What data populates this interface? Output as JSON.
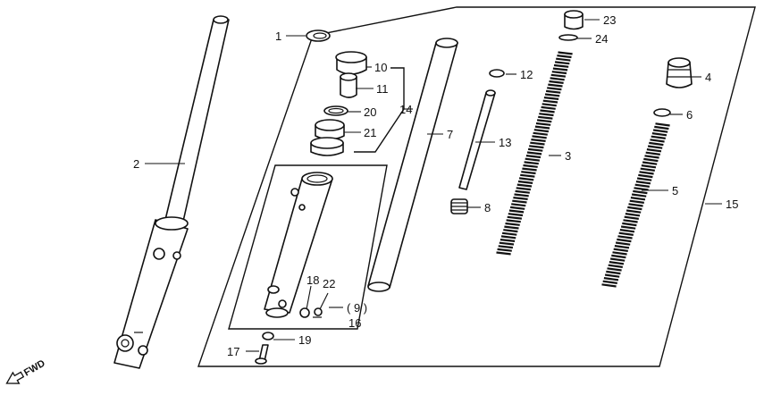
{
  "callouts": {
    "c1": "1",
    "c2": "2",
    "c3": "3",
    "c4": "4",
    "c5": "5",
    "c6": "6",
    "c7": "7",
    "c8": "8",
    "c9": "( 9 )",
    "c10": "10",
    "c11": "11",
    "c12": "12",
    "c13": "13",
    "c14": "14",
    "c15": "15",
    "c16": "16",
    "c17": "17",
    "c18": "18",
    "c19": "19",
    "c20": "20",
    "c21": "21",
    "c22": "22",
    "c23": "23",
    "c24": "24"
  },
  "direction": {
    "label": "FWD"
  }
}
